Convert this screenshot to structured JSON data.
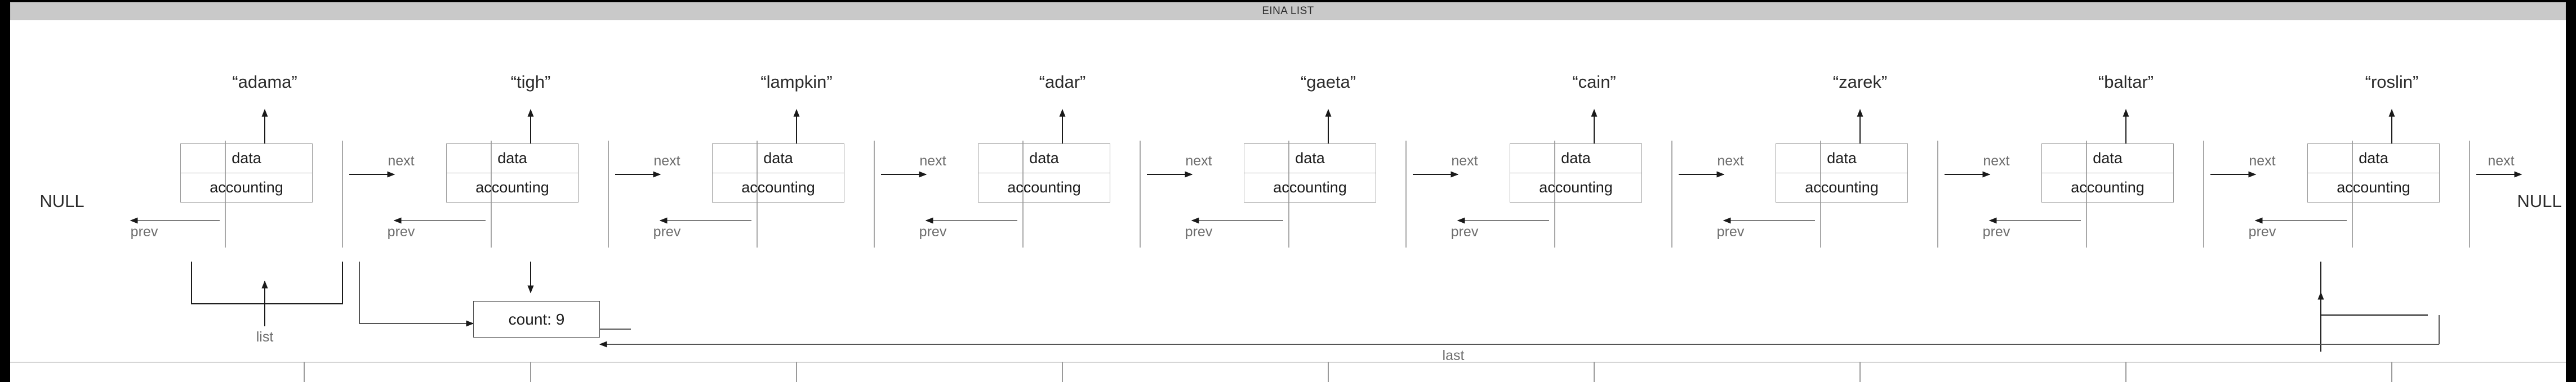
{
  "window": {
    "title": "EINA LIST"
  },
  "diagram": {
    "type": "doubly-linked-list",
    "node_field_labels": {
      "data": "data",
      "accounting": "accounting"
    },
    "nodes": [
      {
        "name": "“adama”",
        "data": "data",
        "accounting": "accounting"
      },
      {
        "name": "“tigh”",
        "data": "data",
        "accounting": "accounting"
      },
      {
        "name": "“lampkin”",
        "data": "data",
        "accounting": "accounting"
      },
      {
        "name": "“adar”",
        "data": "data",
        "accounting": "accounting"
      },
      {
        "name": "“gaeta”",
        "data": "data",
        "accounting": "accounting"
      },
      {
        "name": "“cain”",
        "data": "data",
        "accounting": "accounting"
      },
      {
        "name": "“zarek”",
        "data": "data",
        "accounting": "accounting"
      },
      {
        "name": "“baltar”",
        "data": "data",
        "accounting": "accounting"
      },
      {
        "name": "“roslin”",
        "data": "data",
        "accounting": "accounting"
      }
    ],
    "edge_labels": {
      "next": "next",
      "prev": "prev",
      "list": "list",
      "last": "last"
    },
    "terminators": {
      "left_null": "NULL",
      "right_null": "NULL"
    },
    "accounting_box": {
      "count_label": "count: 9",
      "count_value": 9
    },
    "colors": {
      "titlebar_bg": "#c9c9c9",
      "board_bg": "#ffffff",
      "node_border": "#9a9a9a",
      "text": "#1d1d1d",
      "edge_label_text": "#6d6d6d",
      "arrow_dark": "#1a1a1a",
      "arrow_gray": "#7d7d7d",
      "outer_bg": "#000000"
    }
  }
}
